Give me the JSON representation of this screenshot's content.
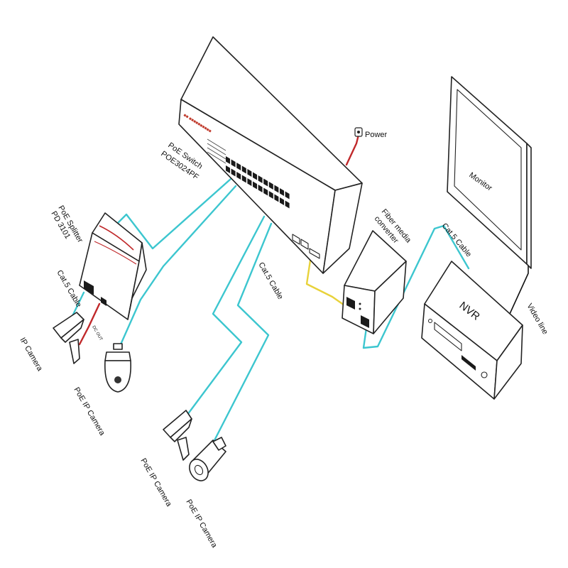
{
  "colors": {
    "cat5": "#3cc6cf",
    "fiber": "#e8d23a",
    "power": "#c0282a",
    "outline": "#222222",
    "black_line": "#111111"
  },
  "labels": {
    "poe_switch": "PoE Switch",
    "poe_switch_model": "POE3024PF",
    "power": "Power",
    "poe_splitter": "PoE Splitter",
    "poe_splitter_model": "PD 3101",
    "cat5_left": "Cat.5 Cable",
    "cat5_mid": "Cat.5 Cable",
    "cat5_right": "Cat.5 Cable",
    "dc_out": "DC OUT",
    "ip_camera": "IP Camera",
    "poe_ip_camera_1": "PoE IP Camera",
    "poe_ip_camera_2": "PoE IP Camera",
    "poe_ip_camera_3": "PoE IP Camera",
    "fiber_converter_1": "Fiber media",
    "fiber_converter_2": "converter",
    "monitor": "Monitor",
    "nvr": "NVR",
    "video_line": "Video line"
  },
  "icons": {
    "power_plug": "power-plug-icon"
  }
}
